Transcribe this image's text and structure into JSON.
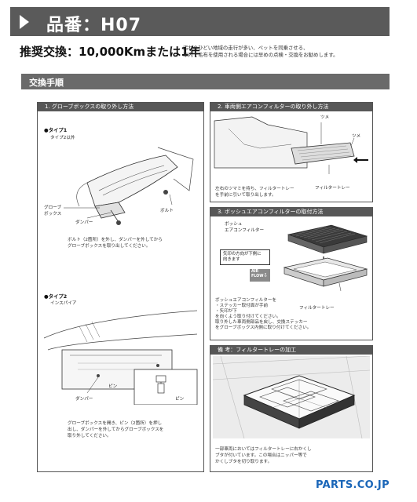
{
  "header": {
    "title": "品番：H07"
  },
  "recommendation": {
    "label": "推奨交換：10,000Kmまたは1年",
    "note_line1": "汚れのひどい地域の走行が多い、ペットを同乗させる、",
    "note_line2": "車内で毛布を使用される場合には早めの点検・交換をお勧めします。"
  },
  "section_title": "交換手順",
  "panel1": {
    "title": "1.  グローブボックスの取り外し方法",
    "type1_label": "●タイプ1",
    "type1_sub": "タイプ2以外",
    "type1_glovebox": "グローブ\nボックス",
    "type1_damper": "ダンパー",
    "type1_bolt": "ボルト",
    "type1_desc1": "ボルト（2箇所）を外し、ダンパーを外してから",
    "type1_desc2": "グローブボックスを取り出してください。",
    "type2_label": "●タイプ2",
    "type2_sub": "インスパイア",
    "type2_pin": "ピン",
    "type2_pin2": "ピン",
    "type2_damper": "ダンパー",
    "type2_desc1": "グローブボックスを開き、ピン（2箇所）を押し",
    "type2_desc2": "出し、ダンパーを外してからグローブボックスを",
    "type2_desc3": "取り外してください。"
  },
  "panel2": {
    "title": "2.  車両側エアコンフィルターの取り外し方法",
    "tsume1": "ツメ",
    "tsume2": "ツメ",
    "filter_tray": "フィルタートレー",
    "desc1": "左右のツマミを持ち、フィルタートレー",
    "desc2": "を手前に引いて取り出します。"
  },
  "panel3": {
    "title": "3.  ボッシュエアコンフィルターの取付方法",
    "bosch_filter": "ボッシュ\nエアコンフィルター",
    "arrow_note": "矢印の方向が下側に\n向きます",
    "airflow": "AIR\nFLOW",
    "filter_tray": "フィルタートレー",
    "desc1": "ボッシュエアコンフィルターを",
    "desc2": "・ステッカー取付面が手前",
    "desc3": "・矢印が下",
    "desc4": "を向くよう取り付けてください。",
    "desc5": "取り外した車両側部品を戻し、交換ステッカー",
    "desc6": "をグローブボックス内側に取り付けてください。"
  },
  "panel4": {
    "title": "備  考：フィルタートレーの加工",
    "desc1": "一部車両においてはフィルタートレーに右かくし",
    "desc2": "ブタが付いています。この場合はニッパー等で",
    "desc3": "かくしブタを切り取ります。"
  },
  "footer": {
    "logo": "PARTS.CO.JP"
  },
  "colors": {
    "header_bg": "#5a5a5a",
    "section_bg": "#6a6a6a",
    "logo": "#1a66b8"
  }
}
